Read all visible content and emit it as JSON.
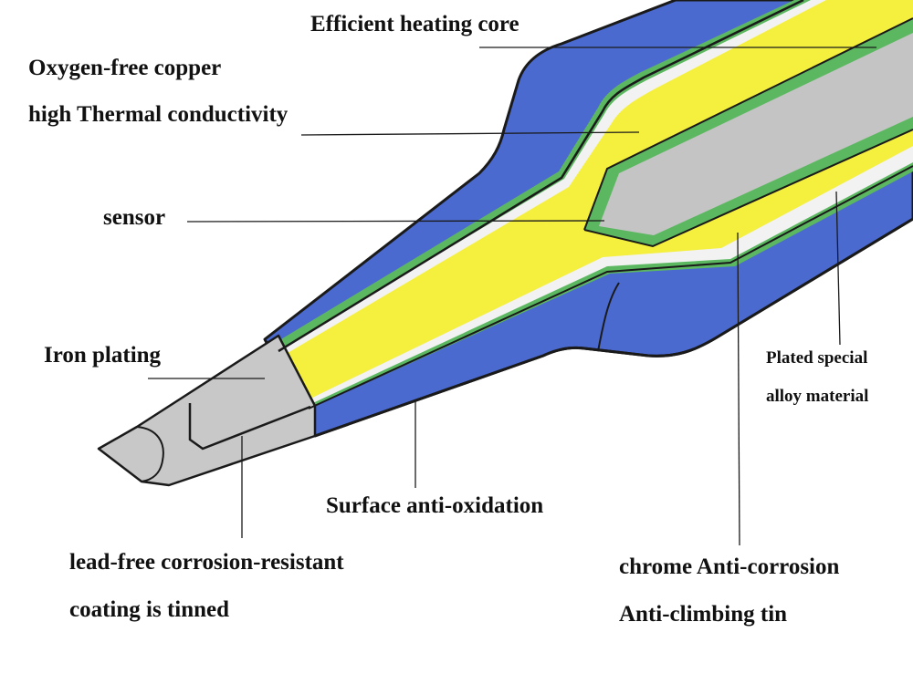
{
  "labels": {
    "heating_core": "Efficient heating core",
    "copper_line1": "Oxygen-free copper",
    "copper_line2": "high Thermal conductivity",
    "sensor": "sensor",
    "iron_plating": "Iron plating",
    "plated_line1": "Plated special",
    "plated_line2": "alloy material",
    "surface": "Surface anti-oxidation",
    "lead_free_line1": "lead-free corrosion-resistant",
    "lead_free_line2": "coating is tinned",
    "chrome_line1": "chrome Anti-corrosion",
    "chrome_line2": "Anti-climbing tin"
  },
  "colors": {
    "outer_shell": "#4a6ad0",
    "green_layer": "#5cb860",
    "white_layer": "#f2f2f2",
    "copper_fill": "#f5ef3e",
    "heating_core": "#c4c4c4",
    "iron_tip": "#c8c8c8",
    "outline": "#1a1a1a"
  }
}
